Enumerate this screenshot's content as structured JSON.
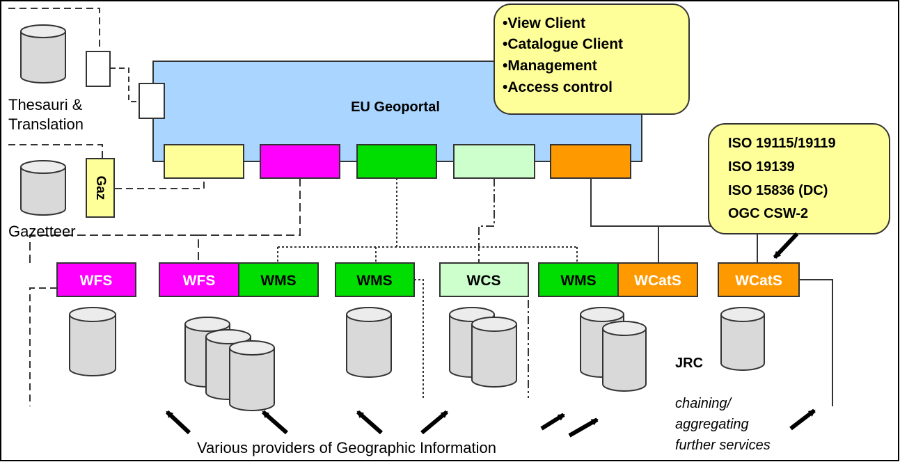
{
  "portal": {
    "title": "EU Geoportal"
  },
  "callout_portal": {
    "items": [
      "•View Client",
      "•Catalogue Client",
      "•Management",
      "•Access control"
    ]
  },
  "callout_standards": {
    "items": [
      "ISO 19115/19119",
      "ISO 19139",
      "ISO 15836 (DC)",
      "OGC CSW-2"
    ]
  },
  "thesauri_label": [
    "Thesauri &",
    "Translation"
  ],
  "gazetteer": {
    "label": "Gazetteer",
    "box_label": "Gaz"
  },
  "services": [
    {
      "label": "WFS",
      "color": "#ff00ff"
    },
    {
      "label": "WFS",
      "color": "#ff00ff"
    },
    {
      "label": "WMS",
      "color": "#00dd00"
    },
    {
      "label": "WMS",
      "color": "#00dd00"
    },
    {
      "label": "WCS",
      "color": "#ccffcc"
    },
    {
      "label": "WMS",
      "color": "#00dd00"
    },
    {
      "label": "WCatS",
      "color": "#ff9900"
    },
    {
      "label": "WCatS",
      "color": "#ff9900"
    }
  ],
  "jrc_label": "JRC",
  "chaining_label": [
    "chaining/",
    "aggregating",
    "further services"
  ],
  "providers_label": "Various providers of Geographic Information",
  "colors": {
    "portal": "#aad5ff",
    "callout": "#ffff99",
    "connector_yellow": "#ffff99",
    "connector_magenta": "#ff00ff",
    "connector_green": "#00dd00",
    "connector_lightgreen": "#ccffcc",
    "connector_orange": "#ff9900",
    "cylinder": "#d9d9d9"
  }
}
